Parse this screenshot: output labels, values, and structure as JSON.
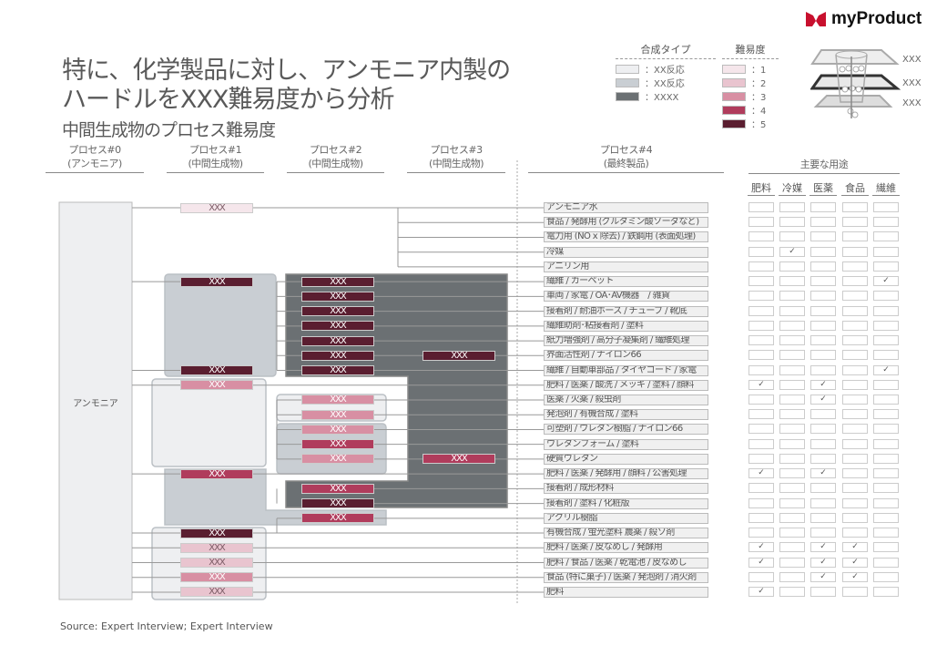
{
  "brand": {
    "name": "myProduct"
  },
  "title": {
    "line1": "特に、化学製品に対し、アンモニア内製の",
    "line2": "ハードルをXXX難易度から分析",
    "subtitle": "中間生成物のプロセス難易度"
  },
  "legend": {
    "type_title": "合成タイプ",
    "types": [
      {
        "label": "：XX反応",
        "color": "#eeeff1"
      },
      {
        "label": "：XX反応",
        "color": "#c9ced3"
      },
      {
        "label": "：XXXX",
        "color": "#6b7073"
      }
    ],
    "difficulty_title": "難易度",
    "levels": [
      {
        "label": "：1",
        "color": "#f5e6eb"
      },
      {
        "label": "：2",
        "color": "#e9c4cf"
      },
      {
        "label": "：3",
        "color": "#d88fa3"
      },
      {
        "label": "：4",
        "color": "#b03c5c"
      },
      {
        "label": "：5",
        "color": "#5a1e30"
      }
    ],
    "diagram_labels": [
      "XXX",
      "XXX",
      "XXX"
    ]
  },
  "columns": [
    {
      "line1": "プロセス#0",
      "line2": "(アンモニア)"
    },
    {
      "line1": "プロセス#1",
      "line2": "(中間生成物)"
    },
    {
      "line1": "プロセス#2",
      "line2": "(中間生成物)"
    },
    {
      "line1": "プロセス#3",
      "line2": "(中間生成物)"
    },
    {
      "line1": "プロセス#4",
      "line2": "(最終製品)"
    }
  ],
  "process0_label": "アンモニア",
  "uses": {
    "title": "主要な用途",
    "categories": [
      "肥料",
      "冷媒",
      "医薬",
      "食品",
      "繊維"
    ],
    "check": "✓"
  },
  "products": [
    {
      "label": "アンモニア水",
      "uses": [
        0,
        0,
        0,
        0,
        0
      ]
    },
    {
      "label": "食品 / 発酵用 (グルタミン酸ソーダなど)",
      "uses": [
        0,
        0,
        0,
        0,
        0
      ]
    },
    {
      "label": "電力用 (NO x 除去) / 鉄鋼用 (表面処理)",
      "uses": [
        0,
        0,
        0,
        0,
        0
      ]
    },
    {
      "label": "冷媒",
      "uses": [
        0,
        1,
        0,
        0,
        0
      ]
    },
    {
      "label": "アニリン用",
      "uses": [
        0,
        0,
        0,
        0,
        0
      ]
    },
    {
      "label": "繊維 / カーペット",
      "uses": [
        0,
        0,
        0,
        0,
        1
      ]
    },
    {
      "label": "車両 / 家電 / OA･AV機器　/ 雑貨",
      "uses": [
        0,
        0,
        0,
        0,
        0
      ]
    },
    {
      "label": "接着剤 / 耐油ホース / チューブ / 靴底",
      "uses": [
        0,
        0,
        0,
        0,
        0
      ]
    },
    {
      "label": "繊維助剤･粘接着剤 / 塗料",
      "uses": [
        0,
        0,
        0,
        0,
        0
      ]
    },
    {
      "label": "紙力増強剤 / 高分子凝集剤 / 繊維処理",
      "uses": [
        0,
        0,
        0,
        0,
        0
      ]
    },
    {
      "label": "界面活性剤 / ナイロン66",
      "uses": [
        0,
        0,
        0,
        0,
        0
      ]
    },
    {
      "label": "繊維 / 自動車部品 / タイヤコード / 家電",
      "uses": [
        0,
        0,
        0,
        0,
        1
      ]
    },
    {
      "label": "肥料 / 医薬 / 酸洗 / メッキ / 塗料 / 顔料",
      "uses": [
        1,
        0,
        1,
        0,
        0
      ]
    },
    {
      "label": "医薬 / 火薬 / 殺虫剤",
      "uses": [
        0,
        0,
        1,
        0,
        0
      ]
    },
    {
      "label": "発泡剤 / 有機合成 / 塗料",
      "uses": [
        0,
        0,
        0,
        0,
        0
      ]
    },
    {
      "label": "可塑剤 / ウレタン樹脂 / ナイロン66",
      "uses": [
        0,
        0,
        0,
        0,
        0
      ]
    },
    {
      "label": "ウレタンフォーム / 塗料",
      "uses": [
        0,
        0,
        0,
        0,
        0
      ]
    },
    {
      "label": "硬質ウレタン",
      "uses": [
        0,
        0,
        0,
        0,
        0
      ]
    },
    {
      "label": "肥料 / 医薬 / 発酵用 / 顔料 / 公害処理",
      "uses": [
        1,
        0,
        1,
        0,
        0
      ]
    },
    {
      "label": "接着剤 / 成形材料",
      "uses": [
        0,
        0,
        0,
        0,
        0
      ]
    },
    {
      "label": "接着剤 / 塗料 / 化粧版",
      "uses": [
        0,
        0,
        0,
        0,
        0
      ]
    },
    {
      "label": "アクリル樹脂",
      "uses": [
        0,
        0,
        0,
        0,
        0
      ]
    },
    {
      "label": "有機合成 / 蛍光塗料 農薬 / 殺ソ剤",
      "uses": [
        0,
        0,
        0,
        0,
        0
      ]
    },
    {
      "label": "肥料 / 医薬 / 皮なめし / 発酵用",
      "uses": [
        1,
        0,
        1,
        1,
        0
      ]
    },
    {
      "label": "肥料 / 食品 / 医薬 / 乾電池 / 皮なめし",
      "uses": [
        1,
        0,
        1,
        1,
        0
      ]
    },
    {
      "label": "食品 (特に菓子) / 医薬 / 発泡剤 / 消火剤",
      "uses": [
        0,
        0,
        1,
        1,
        0
      ]
    },
    {
      "label": "肥料",
      "uses": [
        1,
        0,
        0,
        0,
        0
      ]
    }
  ],
  "bars": [
    {
      "process": 1,
      "row": 0,
      "level": 1,
      "label": "XXX"
    },
    {
      "process": 1,
      "row": 5,
      "level": 5,
      "label": "XXX"
    },
    {
      "process": 1,
      "row": 11,
      "level": 5,
      "label": "XXX"
    },
    {
      "process": 1,
      "row": 12,
      "level": 3,
      "label": "XXX"
    },
    {
      "process": 1,
      "row": 18,
      "level": 4,
      "label": "XXX"
    },
    {
      "process": 1,
      "row": 22,
      "level": 5,
      "label": "XXX"
    },
    {
      "process": 1,
      "row": 23,
      "level": 2,
      "label": "XXX"
    },
    {
      "process": 1,
      "row": 24,
      "level": 2,
      "label": "XXX"
    },
    {
      "process": 1,
      "row": 25,
      "level": 3,
      "label": "XXX"
    },
    {
      "process": 1,
      "row": 26,
      "level": 2,
      "label": "XXX"
    },
    {
      "process": 2,
      "row": 5,
      "level": 5,
      "label": "XXX"
    },
    {
      "process": 2,
      "row": 6,
      "level": 5,
      "label": "XXX"
    },
    {
      "process": 2,
      "row": 7,
      "level": 5,
      "label": "XXX"
    },
    {
      "process": 2,
      "row": 8,
      "level": 5,
      "label": "XXX"
    },
    {
      "process": 2,
      "row": 9,
      "level": 5,
      "label": "XXX"
    },
    {
      "process": 2,
      "row": 10,
      "level": 5,
      "label": "XXX"
    },
    {
      "process": 2,
      "row": 11,
      "level": 5,
      "label": "XXX"
    },
    {
      "process": 2,
      "row": 13,
      "level": 3,
      "label": "XXX"
    },
    {
      "process": 2,
      "row": 14,
      "level": 3,
      "label": "XXX"
    },
    {
      "process": 2,
      "row": 15,
      "level": 3,
      "label": "XXX"
    },
    {
      "process": 2,
      "row": 16,
      "level": 4,
      "label": "XXX"
    },
    {
      "process": 2,
      "row": 17,
      "level": 3,
      "label": "XXX"
    },
    {
      "process": 2,
      "row": 19,
      "level": 4,
      "label": "XXX"
    },
    {
      "process": 2,
      "row": 20,
      "level": 5,
      "label": "XXX"
    },
    {
      "process": 2,
      "row": 21,
      "level": 4,
      "label": "XXX"
    },
    {
      "process": 3,
      "row": 10,
      "level": 5,
      "label": "XXX"
    },
    {
      "process": 3,
      "row": 17,
      "level": 4,
      "label": "XXX"
    }
  ],
  "source": "Source: Expert Interview;  Expert Interview"
}
